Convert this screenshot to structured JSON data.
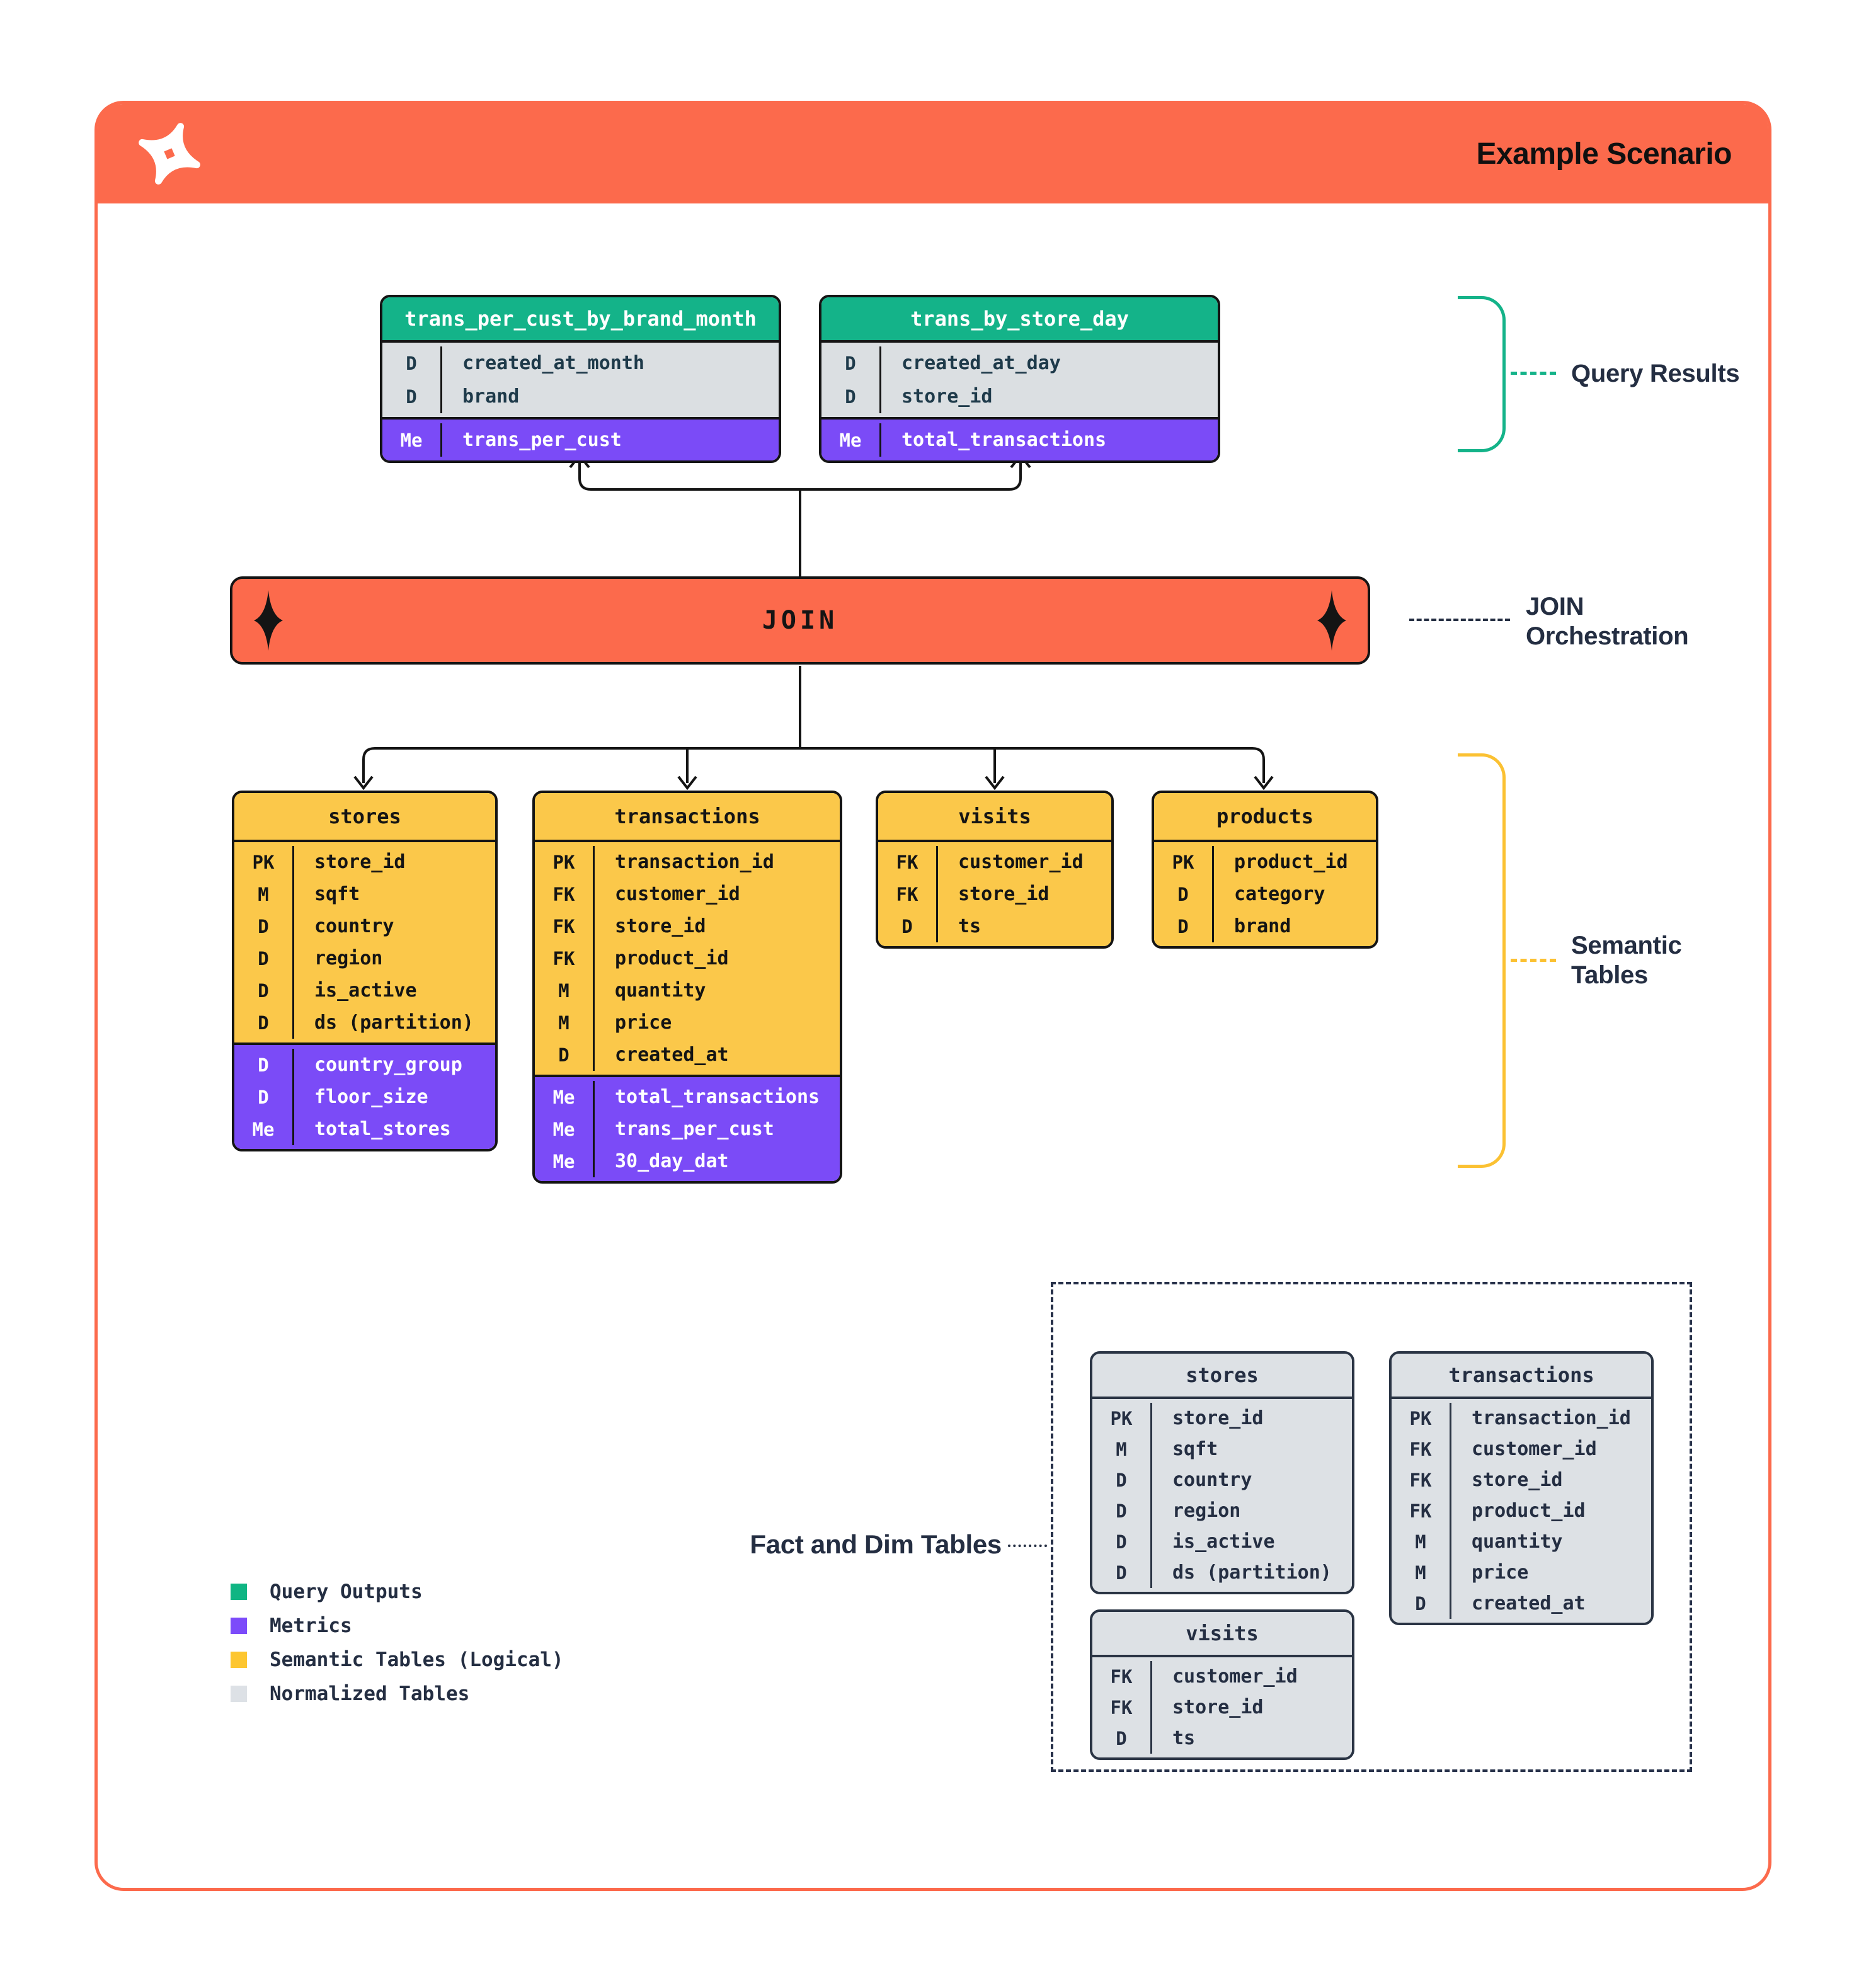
{
  "header": {
    "title": "Example Scenario",
    "logo": "pinwheel-star-logo"
  },
  "join": {
    "label": "JOIN"
  },
  "annotations": {
    "query_results": "Query Results",
    "join_orchestration_line1": "JOIN",
    "join_orchestration_line2": "Orchestration",
    "semantic_tables_line1": "Semantic",
    "semantic_tables_line2": "Tables",
    "fact_and_dim": "Fact and Dim Tables"
  },
  "colors": {
    "orange": "#FC6A4C",
    "green": "#14B389",
    "purple": "#7B4BF7",
    "yellow": "#FBC84A",
    "gray": "#DDE1E5",
    "navy": "#242E42",
    "black": "#141414"
  },
  "query_result_tables": [
    {
      "name": "trans_per_cust_by_brand_month",
      "sections": [
        {
          "kind": "dims",
          "rows": [
            [
              "D",
              "created_at_month"
            ],
            [
              "D",
              "brand"
            ]
          ]
        },
        {
          "kind": "mets",
          "rows": [
            [
              "Me",
              "trans_per_cust"
            ]
          ]
        }
      ]
    },
    {
      "name": "trans_by_store_day",
      "sections": [
        {
          "kind": "dims",
          "rows": [
            [
              "D",
              "created_at_day"
            ],
            [
              "D",
              "store_id"
            ]
          ]
        },
        {
          "kind": "mets",
          "rows": [
            [
              "Me",
              "total_transactions"
            ]
          ]
        }
      ]
    }
  ],
  "semantic_tables": [
    {
      "name": "stores",
      "sections": [
        {
          "kind": "dims",
          "rows": [
            [
              "PK",
              "store_id"
            ],
            [
              "M",
              "sqft"
            ],
            [
              "D",
              "country"
            ],
            [
              "D",
              "region"
            ],
            [
              "D",
              "is_active"
            ],
            [
              "D",
              "ds (partition)"
            ]
          ]
        },
        {
          "kind": "mets",
          "rows": [
            [
              "D",
              "country_group"
            ],
            [
              "D",
              "floor_size"
            ],
            [
              "Me",
              "total_stores"
            ]
          ]
        }
      ]
    },
    {
      "name": "transactions",
      "sections": [
        {
          "kind": "dims",
          "rows": [
            [
              "PK",
              "transaction_id"
            ],
            [
              "FK",
              "customer_id"
            ],
            [
              "FK",
              "store_id"
            ],
            [
              "FK",
              "product_id"
            ],
            [
              "M",
              "quantity"
            ],
            [
              "M",
              "price"
            ],
            [
              "D",
              "created_at"
            ]
          ]
        },
        {
          "kind": "mets",
          "rows": [
            [
              "Me",
              "total_transactions"
            ],
            [
              "Me",
              "trans_per_cust"
            ],
            [
              "Me",
              "30_day_dat"
            ]
          ]
        }
      ]
    },
    {
      "name": "visits",
      "sections": [
        {
          "kind": "dims",
          "rows": [
            [
              "FK",
              "customer_id"
            ],
            [
              "FK",
              "store_id"
            ],
            [
              "D",
              "ts"
            ]
          ]
        }
      ]
    },
    {
      "name": "products",
      "sections": [
        {
          "kind": "dims",
          "rows": [
            [
              "PK",
              "product_id"
            ],
            [
              "D",
              "category"
            ],
            [
              "D",
              "brand"
            ]
          ]
        }
      ]
    }
  ],
  "normalized_tables": [
    {
      "name": "stores",
      "sections": [
        {
          "kind": "dims",
          "rows": [
            [
              "PK",
              "store_id"
            ],
            [
              "M",
              "sqft"
            ],
            [
              "D",
              "country"
            ],
            [
              "D",
              "region"
            ],
            [
              "D",
              "is_active"
            ],
            [
              "D",
              "ds (partition)"
            ]
          ]
        }
      ]
    },
    {
      "name": "transactions",
      "sections": [
        {
          "kind": "dims",
          "rows": [
            [
              "PK",
              "transaction_id"
            ],
            [
              "FK",
              "customer_id"
            ],
            [
              "FK",
              "store_id"
            ],
            [
              "FK",
              "product_id"
            ],
            [
              "M",
              "quantity"
            ],
            [
              "M",
              "price"
            ],
            [
              "D",
              "created_at"
            ]
          ]
        }
      ]
    },
    {
      "name": "visits",
      "sections": [
        {
          "kind": "dims",
          "rows": [
            [
              "FK",
              "customer_id"
            ],
            [
              "FK",
              "store_id"
            ],
            [
              "D",
              "ts"
            ]
          ]
        }
      ]
    }
  ],
  "legend": [
    {
      "label": "Query Outputs",
      "color": "#0FB583"
    },
    {
      "label": "Metrics",
      "color": "#7C4BFA"
    },
    {
      "label": "Semantic Tables (Logical)",
      "color": "#FDC630"
    },
    {
      "label": "Normalized Tables",
      "color": "#DDE1E6"
    }
  ]
}
